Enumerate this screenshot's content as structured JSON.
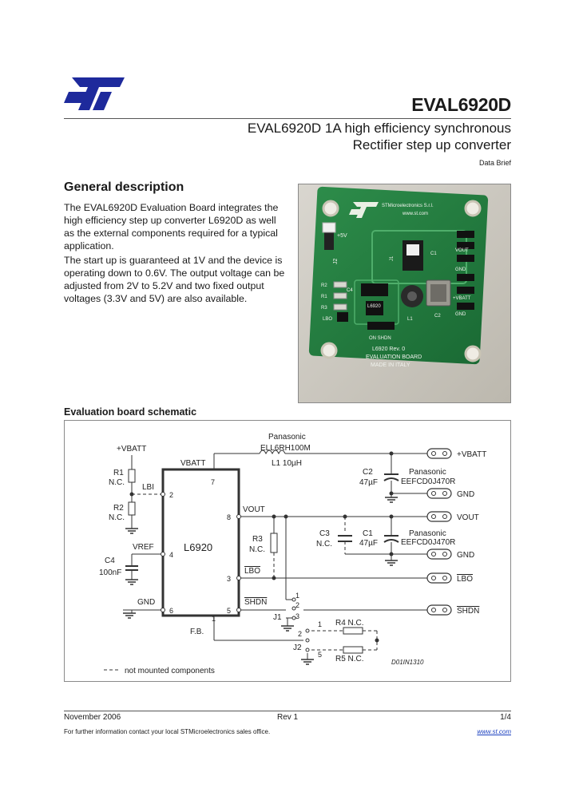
{
  "header": {
    "title": "EVAL6920D",
    "subtitle_line1": "EVAL6920D 1A high efficiency synchronous",
    "subtitle_line2": "Rectifier step up converter",
    "doc_type": "Data Brief"
  },
  "general": {
    "heading": "General description",
    "paragraph1": "The EVAL6920D Evaluation Board integrates the high efficiency step up converter L6920D as well as the external components required for a typical application.",
    "paragraph2": "The start up is guaranteed at 1V and the device is operating down to 0.6V. The output voltage can be adjusted from 2V to 5.2V and two fixed output voltages (3.3V and 5V) are also available."
  },
  "photo": {
    "company_text": "STMicroelectronics S.r.l.",
    "url_text": "www.st.com",
    "label_plus5v": "+5V",
    "label_j2": "J2",
    "label_j1": "J1",
    "label_c1": "C1",
    "label_c2": "C2",
    "label_c4": "C4",
    "label_l1": "L1",
    "label_r1": "R1",
    "label_r2": "R2",
    "label_r3": "R3",
    "label_lbo": "LBO",
    "label_vout": "VOUT",
    "label_vbatt": "+VBATT",
    "label_gnd1": "GND",
    "label_gnd2": "GND",
    "label_chip": "L6920",
    "label_onshdn": "ON SHDN",
    "board_line1": "L6920 Rev. 0",
    "board_line2": "EVALUATION BOARD",
    "board_line3": "MADE IN ITALY"
  },
  "schematic": {
    "heading": "Evaluation board schematic",
    "ic_name": "L6920",
    "pin_vbatt": "VBATT",
    "pin_lbi": "LBI",
    "pin_vref": "VREF",
    "pin_gnd": "GND",
    "pin_vout": "VOUT",
    "pin_lbo": "LBO",
    "pin_shdn": "SHDN",
    "pin_fb": "F.B.",
    "pin7": "7",
    "pin2": "2",
    "pin4": "4",
    "pin6": "6",
    "pin8": "8",
    "pin3": "3",
    "pin5": "5",
    "pin1": "1",
    "vbatt_in": "+VBATT",
    "r1": "R1",
    "r1_val": "N.C.",
    "r2": "R2",
    "r2_val": "N.C.",
    "c4": "C4",
    "c4_val": "100nF",
    "inductor_mfr": "Panasonic",
    "inductor_part": "ELL6RH100M",
    "inductor_val": "L1 10µH",
    "c2": "C2",
    "c2_val": "47µF",
    "c2_mfr": "Panasonic",
    "c2_part": "EEFCD0J470R",
    "r3": "R3",
    "r3_val": "N.C.",
    "c3": "C3",
    "c3_val": "N.C.",
    "c1": "C1",
    "c1_val": "47µF",
    "c1_mfr": "Panasonic",
    "c1_part": "EEFCD0J470R",
    "term_vbatt": "+VBATT",
    "term_gnd1": "GND",
    "term_vout": "VOUT",
    "term_gnd2": "GND",
    "term_lbo": "LBO",
    "term_shdn": "SHDN",
    "j1": "J1",
    "j1_p1": "1",
    "j1_p2": "2",
    "j1_p3": "3",
    "j2": "J2",
    "j2_p1": "1",
    "j2_p2": "2",
    "j2_p5": "5",
    "r4": "R4 N.C.",
    "r5": "R5 N.C.",
    "drawing_code": "D01IN1310",
    "legend": "not mounted components"
  },
  "footer": {
    "date": "November 2006",
    "revision": "Rev 1",
    "page": "1/4",
    "note": "For further information contact your local STMicroelectronics sales office.",
    "link": "www.st.com"
  },
  "colors": {
    "st_blue": "#1e2a9c",
    "link_blue": "#1a3fbf",
    "pcb_green": "#1f7a3c"
  }
}
